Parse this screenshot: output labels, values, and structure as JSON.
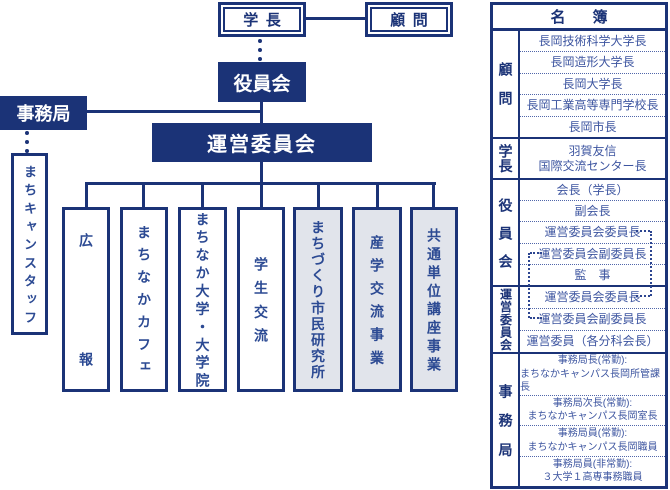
{
  "palette": {
    "navy": "#1b3377",
    "value_text": "#3d55a0",
    "shaded_bg": "#e1e4eb"
  },
  "org_chart": {
    "president": "学長",
    "advisor": "顧問",
    "board": "役員会",
    "secretariat": "事務局",
    "steering_committee": "運営委員会",
    "machican_staff": "まちキャンスタッフ",
    "divisions": [
      {
        "label": "広報",
        "shaded": false
      },
      {
        "label": "まちなかカフェ",
        "shaded": false
      },
      {
        "label": "まちなか大学・大学院",
        "shaded": false
      },
      {
        "label": "学生交流",
        "shaded": false
      },
      {
        "label": "まちづくり市民研究所",
        "shaded": true
      },
      {
        "label": "産学交流事業",
        "shaded": true
      },
      {
        "label": "共通単位講座事業",
        "shaded": true
      }
    ]
  },
  "roster": {
    "title": "名簿",
    "sections": [
      {
        "label": "顧問",
        "rows": [
          {
            "text": "長岡技術科学大学長"
          },
          {
            "text": "長岡造形大学長"
          },
          {
            "text": "長岡大学長"
          },
          {
            "text": "長岡工業高等専門学校長"
          },
          {
            "text": "長岡市長"
          }
        ]
      },
      {
        "label": "学長",
        "rows": [
          {
            "line1": "羽賀友信",
            "line2": "国際交流センター長"
          }
        ]
      },
      {
        "label": "役員会",
        "rows": [
          {
            "text": "会長（学長）"
          },
          {
            "text": "副会長"
          },
          {
            "text": "運営委員会委員長"
          },
          {
            "text": "運営委員会副委員長"
          },
          {
            "text": "監事"
          }
        ]
      },
      {
        "label": "運営委員会",
        "rows": [
          {
            "text": "運営委員会委員長"
          },
          {
            "text": "運営委員会副委員長"
          },
          {
            "text": "運営委員（各分科会長）"
          }
        ]
      },
      {
        "label": "事務局",
        "rows": [
          {
            "line1": "事務局長(常勤):",
            "line2": "まちなかキャンパス長岡所管課長"
          },
          {
            "line1": "事務局次長(常勤):",
            "line2": "まちなかキャンパス長岡室長"
          },
          {
            "line1": "事務局員(常勤):",
            "line2": "まちなかキャンパス長岡職員"
          },
          {
            "line1": "事務局員(非常勤):",
            "line2": "３大学１高専事務職員"
          }
        ]
      }
    ]
  }
}
